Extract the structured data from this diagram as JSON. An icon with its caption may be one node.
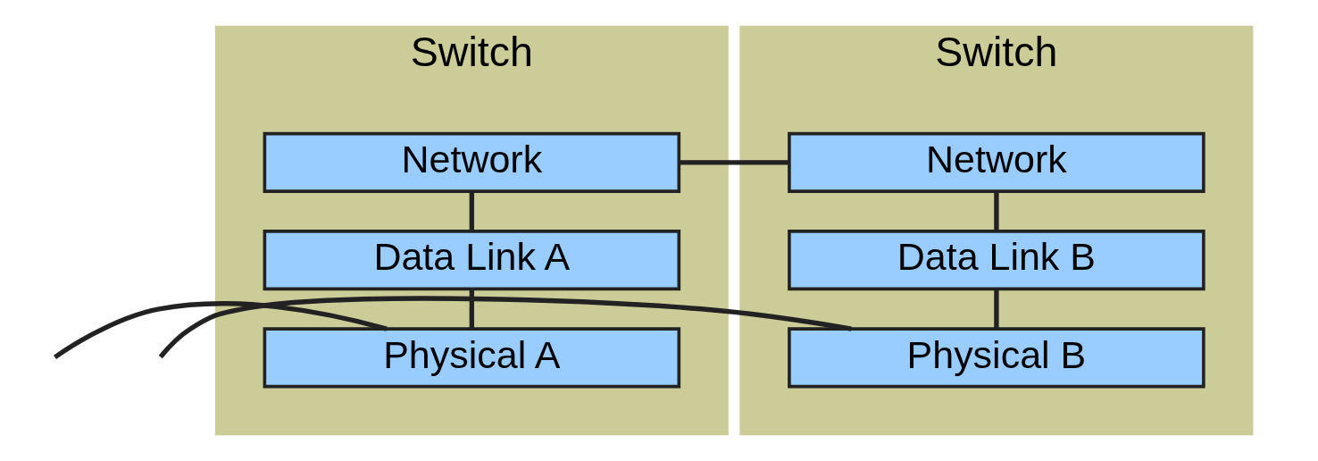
{
  "diagram": {
    "nodes": [
      {
        "text": [
          "Switch"
        ]
      },
      {
        "text": [
          "Network"
        ],
        "in": 0
      },
      {
        "text": [
          "Data Link A"
        ],
        "in": 0
      },
      {
        "text": [
          "Physical A"
        ],
        "in": 0
      },
      {
        "text": [
          "Switch"
        ]
      },
      {
        "text": [
          "Network"
        ],
        "in": 4
      },
      {
        "text": [
          "Data Link B"
        ],
        "in": 4
      },
      {
        "text": [
          "Physical B"
        ],
        "in": 4
      }
    ],
    "edges": [
      {
        "from": 1,
        "to": 5,
        "arrow": "none"
      },
      {
        "from": 1,
        "to": 2,
        "arrow": "none"
      },
      {
        "from": 2,
        "to": 3,
        "arrow": "none"
      },
      {
        "from": 5,
        "to": 6,
        "arrow": "none"
      },
      {
        "from": 6,
        "to": 7,
        "arrow": "none"
      },
      {
        "from": null,
        "to": 3,
        "arrow": "none"
      },
      {
        "from": 7,
        "to": null,
        "arrow": "none"
      }
    ]
  }
}
